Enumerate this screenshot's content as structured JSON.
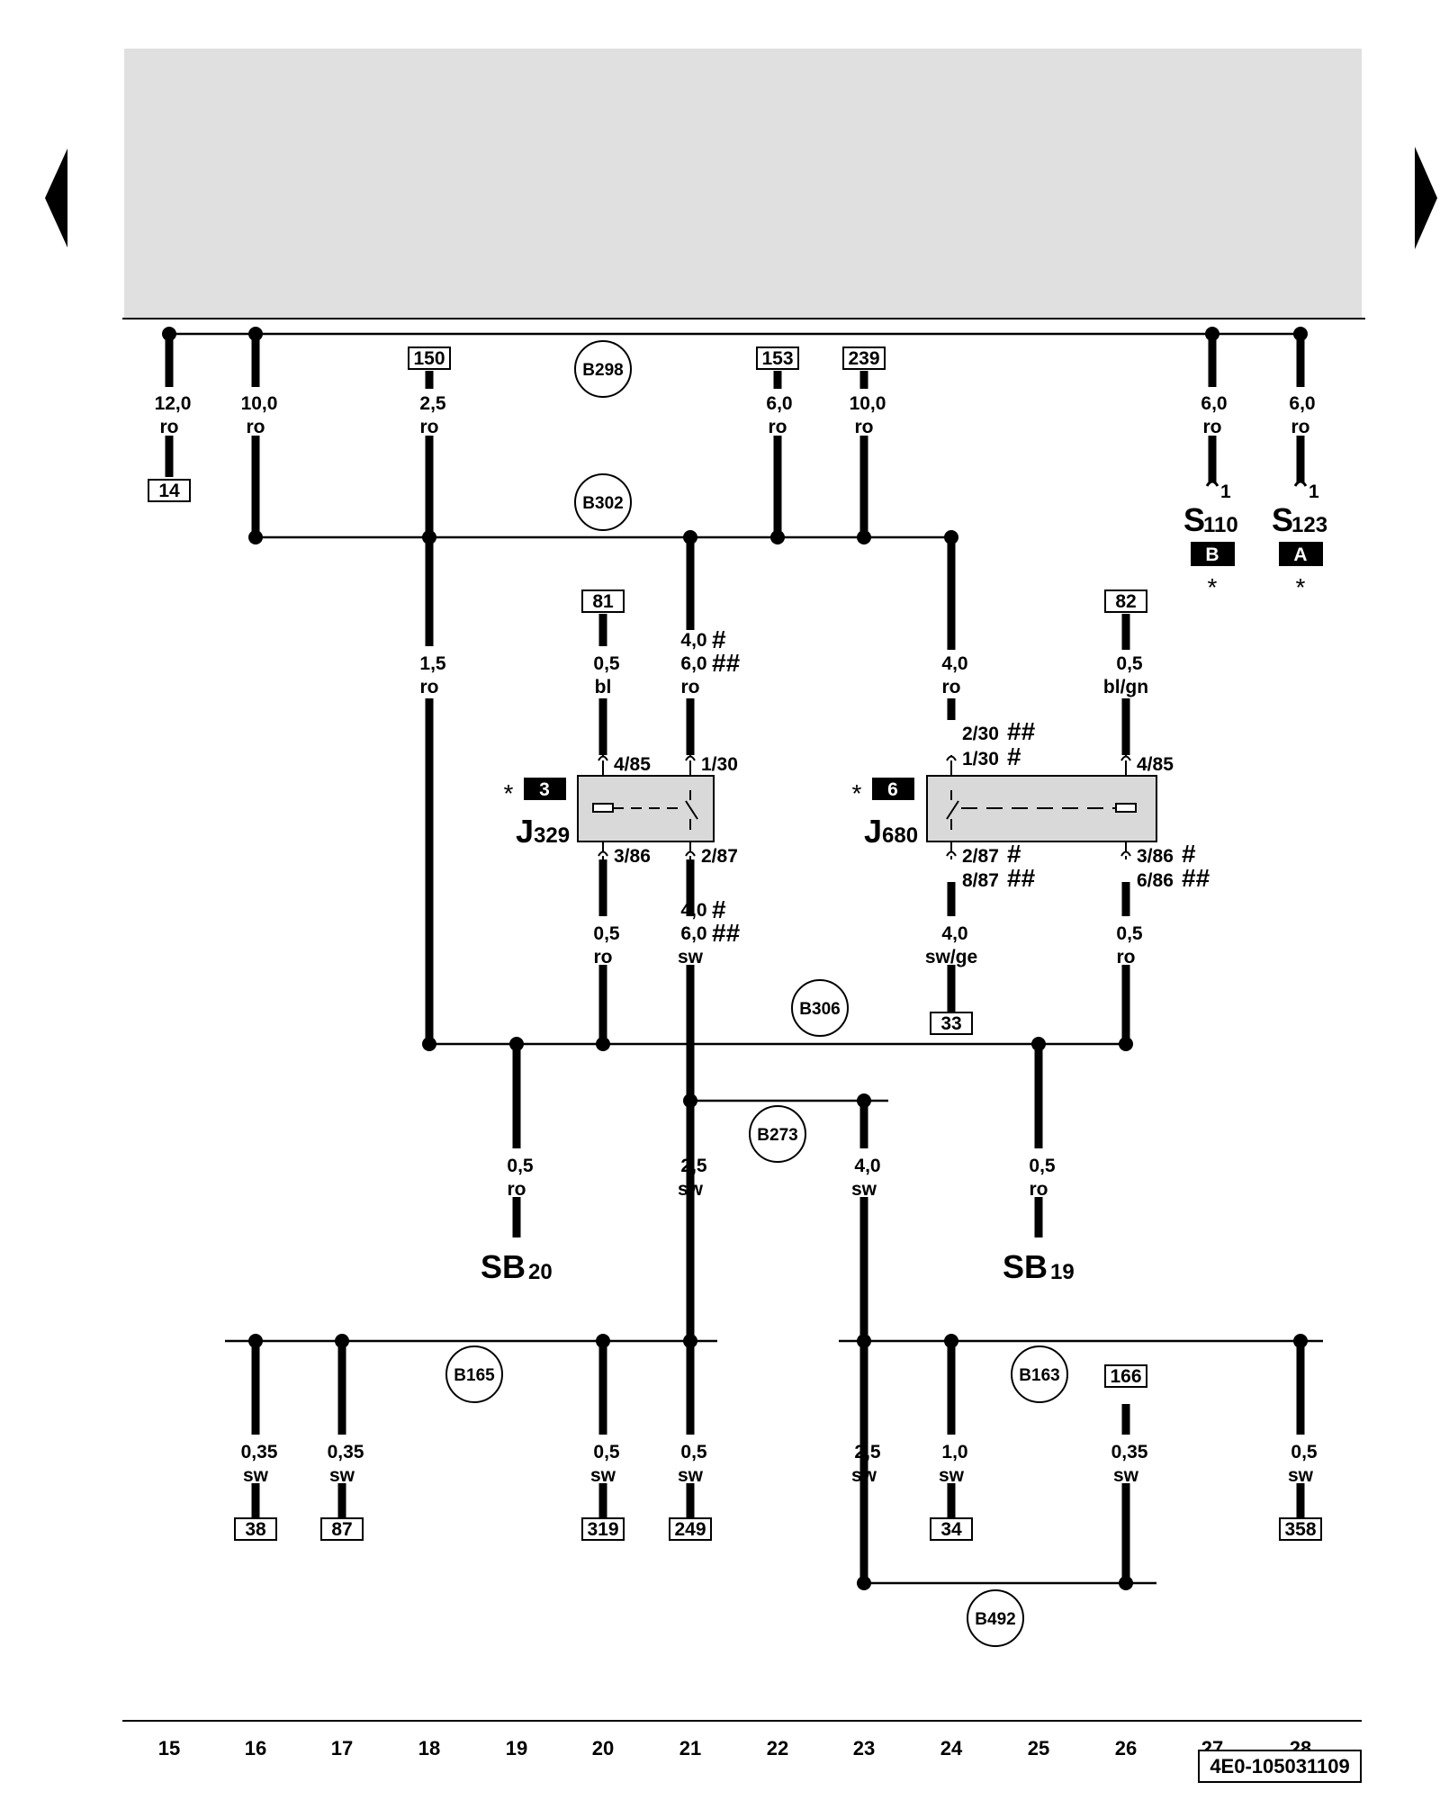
{
  "navigation": {
    "prev_icon": "arrow-left-icon",
    "next_icon": "arrow-right-icon"
  },
  "colors": {
    "panel": "#e0e0e0",
    "relay_body": "#d9d9d9",
    "ink": "#000000"
  },
  "column_numbers": [
    "15",
    "16",
    "17",
    "18",
    "19",
    "20",
    "21",
    "22",
    "23",
    "24",
    "25",
    "26",
    "27",
    "28"
  ],
  "wire_labels": {
    "c15_top": [
      "12,0",
      "ro"
    ],
    "c16_top": [
      "10,0",
      "ro"
    ],
    "c18_top": [
      "2,5",
      "ro"
    ],
    "c22_top": [
      "6,0",
      "ro"
    ],
    "c23_top": [
      "10,0",
      "ro"
    ],
    "c27_top": [
      "6,0",
      "ro"
    ],
    "c28_top": [
      "6,0",
      "ro"
    ],
    "c18_mid": [
      "1,5",
      "ro"
    ],
    "c20_mid": [
      "0,5",
      "bl"
    ],
    "c21_mid": [
      "4,0",
      "6,0",
      "ro"
    ],
    "c24_mid": [
      "4,0",
      "ro"
    ],
    "c26_mid": [
      "0,5",
      "bl/gn"
    ],
    "c20_low": [
      "0,5",
      "ro"
    ],
    "c21_low": [
      "4,0",
      "6,0",
      "sw"
    ],
    "c24_low": [
      "4,0",
      "sw/ge"
    ],
    "c26_low": [
      "0,5",
      "ro"
    ],
    "c19_sb": [
      "0,5",
      "ro"
    ],
    "c21_sb": [
      "2,5",
      "sw"
    ],
    "c23_sb": [
      "4,0",
      "sw"
    ],
    "c25_sb": [
      "0,5",
      "ro"
    ],
    "c16_bot": [
      "0,35",
      "sw"
    ],
    "c17_bot": [
      "0,35",
      "sw"
    ],
    "c20_bot": [
      "0,5",
      "sw"
    ],
    "c21_bot": [
      "0,5",
      "sw"
    ],
    "c23_bot": [
      "2,5",
      "sw"
    ],
    "c24_bot": [
      "1,0",
      "sw"
    ],
    "c26_bot": [
      "0,35",
      "sw"
    ],
    "c28_bot": [
      "0,5",
      "sw"
    ]
  },
  "ref_boxes": {
    "c15": "14",
    "c18": "150",
    "c22": "153",
    "c23": "239",
    "c20": "81",
    "c26": "82",
    "c24": "33",
    "c16": "38",
    "c17": "87",
    "c20b": "319",
    "c21b": "249",
    "c24b": "34",
    "c26b": "166",
    "c28b": "358"
  },
  "splices": [
    "B298",
    "B302",
    "B306",
    "B273",
    "B165",
    "B163",
    "B492"
  ],
  "fuses": {
    "s110": {
      "letter": "S",
      "sub": "110",
      "pin": "1",
      "tag": "B",
      "star": "*"
    },
    "s123": {
      "letter": "S",
      "sub": "123",
      "pin": "1",
      "tag": "A",
      "star": "*"
    }
  },
  "relays": {
    "j329": {
      "letter": "J",
      "sub": "329",
      "slot": "3",
      "star": "*",
      "pins": [
        "4/85",
        "1/30",
        "3/86",
        "2/87"
      ]
    },
    "j680": {
      "letter": "J",
      "sub": "680",
      "slot": "6",
      "star": "*",
      "pins": [
        "2/30",
        "1/30",
        "4/85",
        "2/87",
        "8/87",
        "3/86",
        "6/86"
      ]
    }
  },
  "markers": {
    "single": "#",
    "double": "##"
  },
  "grounds": {
    "sb20": {
      "letter": "SB",
      "sub": "20"
    },
    "sb19": {
      "letter": "SB",
      "sub": "19"
    }
  },
  "doc_code": "4E0-105031109"
}
